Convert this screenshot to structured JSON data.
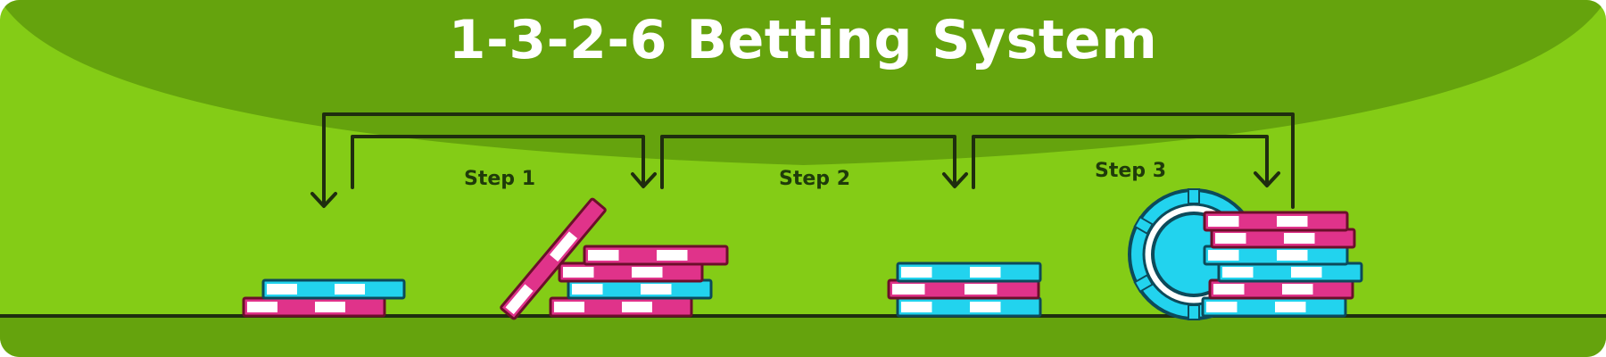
{
  "title": "1-3-2-6 Betting System",
  "steps": [
    {
      "label": "Step 1"
    },
    {
      "label": "Step 2"
    },
    {
      "label": "Step 3"
    }
  ],
  "colors": {
    "background": "#84cc16",
    "arc": "#65a30d",
    "ground": "#65a30d",
    "line": "#1f2d0f",
    "pink": "#e0338a",
    "pink_border": "#6b0f2a",
    "cyan": "#22d3ee",
    "cyan_border": "#0c4a5a",
    "white": "#ffffff",
    "label": "#1f3b0a"
  }
}
